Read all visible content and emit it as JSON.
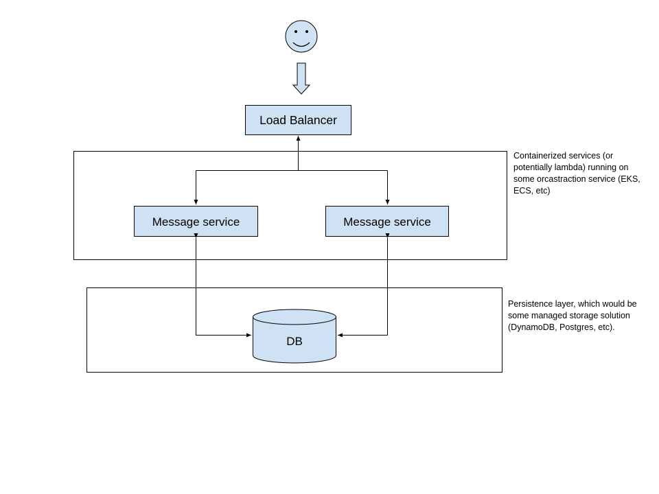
{
  "nodes": {
    "load_balancer": "Load Balancer",
    "message_service_left": "Message service",
    "message_service_right": "Message service",
    "db": "DB"
  },
  "notes": {
    "containers": [
      "Containerized services (or",
      "potentially lambda) running on",
      "some orcastraction service (EKS,",
      "ECS, etc)"
    ],
    "persistence": [
      "Persistence layer, which would be",
      "some managed storage solution",
      "(DynamoDB, Postgres, etc)."
    ]
  },
  "colors": {
    "node_fill": "#cfe2f3",
    "stroke": "#000000"
  },
  "icons": {
    "user": "smiley-face-icon",
    "request_arrow": "down-arrow-icon"
  }
}
